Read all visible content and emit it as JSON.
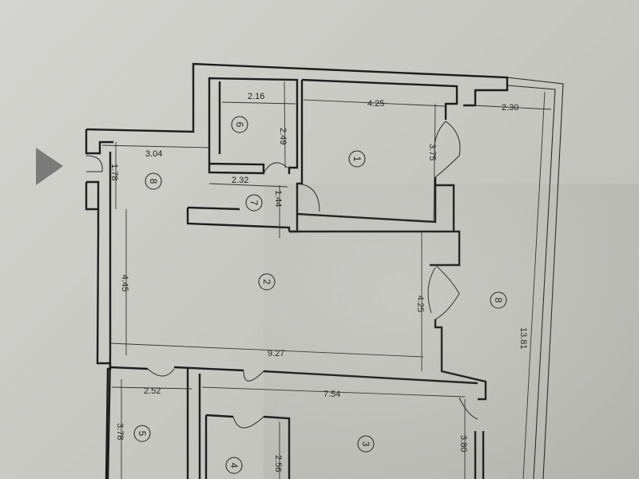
{
  "colors": {
    "paper": "#cfcfcb",
    "ink": "#1d1d1d",
    "arrow": "#7a7a78"
  },
  "icons": {
    "nav_arrow": "triangle-right-icon"
  },
  "rooms": [
    {
      "label": "1"
    },
    {
      "label": "2"
    },
    {
      "label": "3"
    },
    {
      "label": "4"
    },
    {
      "label": "5"
    },
    {
      "label": "6"
    },
    {
      "label": "7"
    },
    {
      "label": "8"
    },
    {
      "label": "8"
    }
  ],
  "dimensions": {
    "d_2_16": "2.16",
    "d_4_25_top": "4.25",
    "d_2_30": "2.30",
    "d_2_49": "2.49",
    "d_3_75": "3.75",
    "d_3_04": "3.04",
    "d_1_78": "1.78",
    "d_2_32": "2.32",
    "d_1_44": "1.44",
    "d_4_45": "4.45",
    "d_4_25_mid": "4.25",
    "d_13_81": "13.81",
    "d_9_27": "9.27",
    "d_2_52": "2.52",
    "d_7_54": "7.54",
    "d_3_78": "3.78",
    "d_2_56": "2.56",
    "d_3_80": "3.80"
  }
}
